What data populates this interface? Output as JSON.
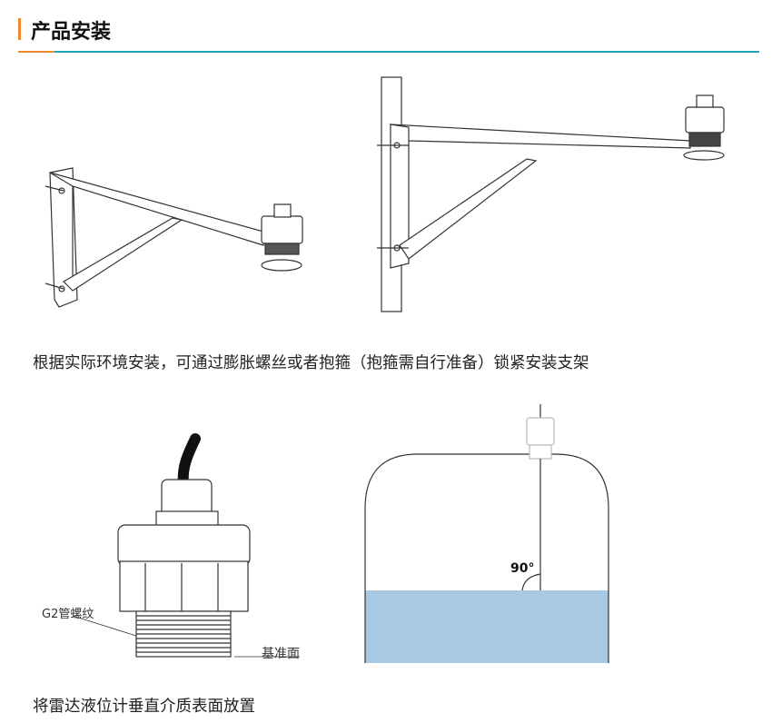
{
  "section": {
    "title": "产品安装"
  },
  "captions": {
    "wall_pole_mount": "根据实际环境安装，可通过膨胀螺丝或者抱箍（抱箍需自行准备）锁紧安装支架",
    "vertical_placement": "将雷达液位计垂直介质表面放置"
  },
  "sensor_diagram": {
    "thread_label": "G2管螺纹",
    "reference_label": "基准面"
  },
  "tank_diagram": {
    "angle_label": "90°"
  },
  "colors": {
    "accent_orange": "#f08a2c",
    "accent_teal": "#1aa6b4",
    "liquid": "#a7c9e3"
  }
}
